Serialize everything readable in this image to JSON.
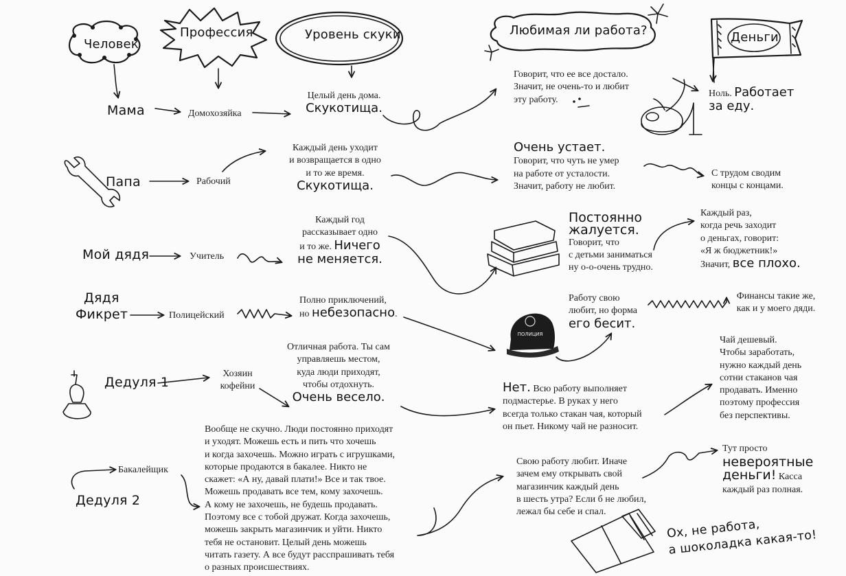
{
  "headers": {
    "person": "Человек",
    "profession": "Профессия",
    "boredom_level": "Уровень скуки",
    "favorite_job": "Любимая ли работа?",
    "money": "Деньги"
  },
  "rows": [
    {
      "person": "Мама",
      "profession": "Домохозяйка",
      "boredom_text": "Целый день дома.",
      "boredom_highlight": "Скукотища.",
      "favorite_line1": "Говорит, что ее все достало.",
      "favorite_line2": "Значит, не очень-то и любит",
      "favorite_line3": "эту работу.",
      "money_text": "Ноль.",
      "money_highlight1": "Работает",
      "money_highlight2": "за еду."
    },
    {
      "person": "Папа",
      "profession": "Рабочий",
      "boredom_line1": "Каждый день уходит",
      "boredom_line2": "и возвращается в одно",
      "boredom_line3": "и то же время.",
      "boredom_highlight": "Скукотища.",
      "favorite_highlight": "Очень устает.",
      "favorite_line1": "Говорит, что чуть не умер",
      "favorite_line2": "на работе от усталости.",
      "favorite_line3": "Значит, работу не любит.",
      "money_line1": "С трудом сводим",
      "money_line2": "концы с концами."
    },
    {
      "person": "Мой дядя",
      "profession": "Учитель",
      "boredom_line1": "Каждый год",
      "boredom_line2": "рассказывает одно",
      "boredom_line3": "и то же.",
      "boredom_highlight1": "Ничего",
      "boredom_highlight2": "не меняется.",
      "favorite_highlight1": "Постоянно",
      "favorite_highlight2": "жалуется.",
      "favorite_line1": "Говорит, что",
      "favorite_line2": "с детьми заниматься",
      "favorite_line3": "ну о-о-очень трудно.",
      "money_line1": "Каждый раз,",
      "money_line2": "когда речь заходит",
      "money_line3": "о деньгах, говорит:",
      "money_line4": "«Я ж бюджетник!»",
      "money_line5": "Значит,",
      "money_highlight": "все плохо."
    },
    {
      "person_line1": "Дядя",
      "person_line2": "Фикрет",
      "profession": "Полицейский",
      "boredom_line1": "Полно приключений,",
      "boredom_line2": "но",
      "boredom_highlight": "небезопасно",
      "boredom_tail": ".",
      "favorite_line1": "Работу свою",
      "favorite_line2": "любит, но форма",
      "favorite_highlight": "его бесит.",
      "money_line1": "Финансы такие же,",
      "money_line2": "как и у моего дяди."
    },
    {
      "person": "Дедуля 1",
      "profession_line1": "Хозяин",
      "profession_line2": "кофейни",
      "boredom_line1": "Отличная работа. Ты сам",
      "boredom_line2": "управляешь местом,",
      "boredom_line3": "куда люди приходят,",
      "boredom_line4": "чтобы отдохнуть.",
      "boredom_highlight": "Очень весело.",
      "favorite_highlight": "Нет.",
      "favorite_line1": "Всю работу выполняет",
      "favorite_line2": "подмастерье. В руках у него",
      "favorite_line3": "всегда только стакан чая, который",
      "favorite_line4": "он пьет. Никому чай не разносит.",
      "money_line1": "Чай дешевый.",
      "money_line2": "Чтобы заработать,",
      "money_line3": "нужно каждый день",
      "money_line4": "сотни стаканов чая",
      "money_line5": "продавать. Именно",
      "money_line6": "поэтому профессия",
      "money_line7": "без перспективы."
    },
    {
      "person": "Дедуля 2",
      "profession": "Бакалейщик",
      "boredom_line1": "Вообще не скучно. Люди постоянно приходят",
      "boredom_line2": "и уходят. Можешь есть и пить что хочешь",
      "boredom_line3": "и когда захочешь. Можно играть с игрушками,",
      "boredom_line4": "которые продаются в бакалее. Никто не",
      "boredom_line5": "скажет: «А ну, давай плати!» Все и так твое.",
      "boredom_line6": "Можешь продавать все тем, кому захочешь.",
      "boredom_line7": "А кому не захочешь, не будешь продавать.",
      "boredom_line8": "Поэтому все с тобой дружат. Когда захочешь,",
      "boredom_line9": "можешь закрыть магазинчик и уйти. Никто",
      "boredom_line10": "тебя не остановит. Целый день можешь",
      "boredom_line11": "читать газету. А все будут расспрашивать тебя",
      "boredom_line12": "о разных происшествиях.",
      "favorite_line1": "Свою работу любит. Иначе",
      "favorite_line2": "зачем ему открывать свой",
      "favorite_line3": "магазинчик каждый день",
      "favorite_line4": "в шесть утра? Если б не любил,",
      "favorite_line5": "лежал бы себе и спал.",
      "money_line1": "Тут просто",
      "money_highlight1": "невероятные",
      "money_highlight2": "деньги!",
      "money_line2": "Касса",
      "money_line3": "каждый раз полная."
    }
  ],
  "chocolate": {
    "line1": "Ох, не работа,",
    "line2": "а шоколадка какая-то!"
  },
  "icons": [
    "wrench-icon",
    "vacuum-cleaner-icon",
    "books-stack-icon",
    "police-cap-icon",
    "tea-glass-icon",
    "chocolate-bar-icon"
  ],
  "colors": {
    "ink": "#1a1a1a",
    "background": "#fbfbfb"
  }
}
